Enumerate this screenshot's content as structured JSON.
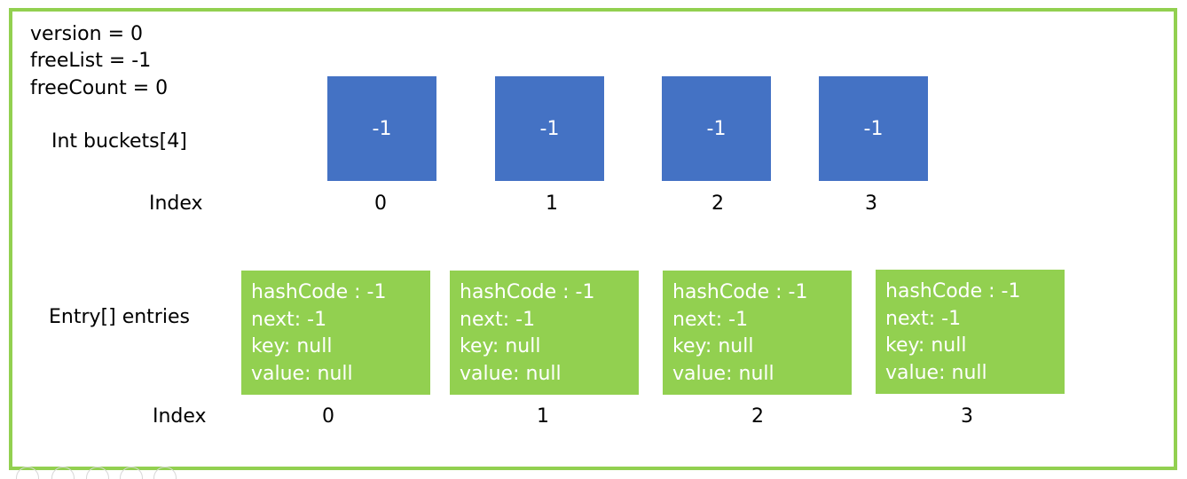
{
  "header": {
    "version": "version = 0",
    "free_list": "freeList = -1",
    "free_count": "freeCount = 0"
  },
  "buckets": {
    "label": "Int buckets[4]",
    "index_label": "Index",
    "values": [
      "-1",
      "-1",
      "-1",
      "-1"
    ],
    "indices": [
      "0",
      "1",
      "2",
      "3"
    ],
    "color": "#4472c4"
  },
  "entries": {
    "label": "Entry[] entries",
    "index_label": "Index",
    "indices": [
      "0",
      "1",
      "2",
      "3"
    ],
    "color": "#92d050",
    "items": [
      {
        "hash_code": "hashCode : -1",
        "next": "next: -1",
        "key": "key: null",
        "value": "value: null"
      },
      {
        "hash_code": "hashCode : -1",
        "next": "next: -1",
        "key": "key: null",
        "value": "value: null"
      },
      {
        "hash_code": "hashCode : -1",
        "next": "next: -1",
        "key": "key: null",
        "value": "value: null"
      },
      {
        "hash_code": "hashCode : -1",
        "next": "next: -1",
        "key": "key: null",
        "value": "value: null"
      }
    ]
  },
  "frame_color": "#92d050"
}
